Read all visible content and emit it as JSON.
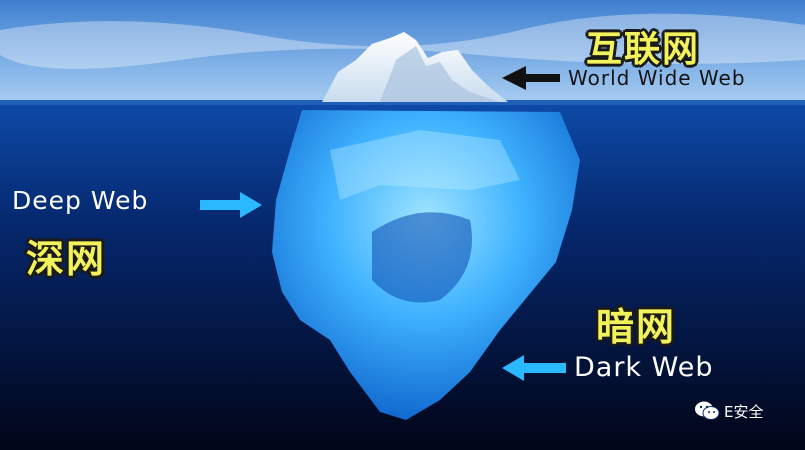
{
  "labels": {
    "world_wide_web": "World Wide Web",
    "deep_web": "Deep Web",
    "dark_web": "Dark Web"
  },
  "chinese_labels": {
    "internet": "互联网",
    "deep_web": "深网",
    "dark_web": "暗网"
  },
  "watermark": {
    "icon": "wechat-icon",
    "text": "E安全"
  },
  "colors": {
    "sky": "#7fb0e6",
    "ocean_surface": "#0a3a8a",
    "ocean_deep": "#020a2a",
    "ice_above": "#f4f8ff",
    "ice_below": "#3aa8ff",
    "chinese_text": "#f2f25a",
    "arrow_black": "#111111",
    "arrow_blue": "#2ab8ff"
  }
}
